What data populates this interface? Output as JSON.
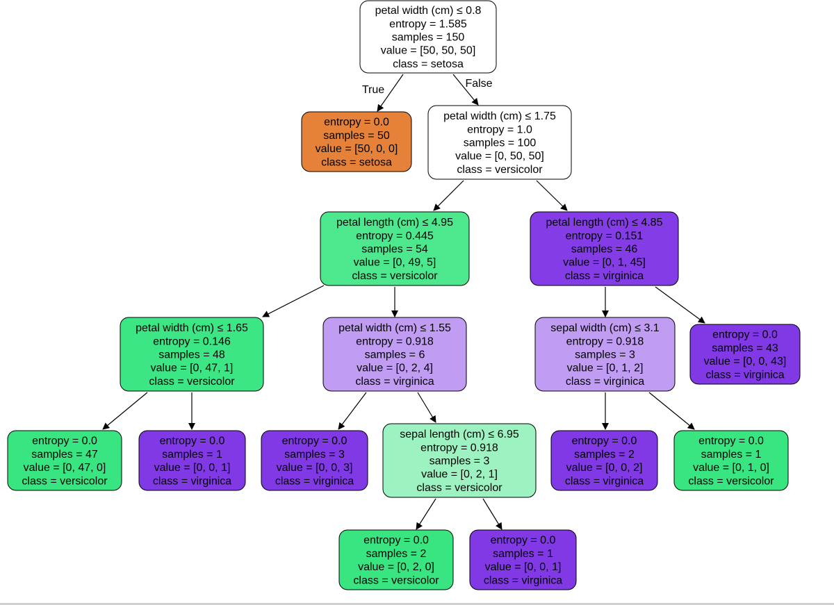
{
  "nodes": [
    {
      "id": "n0",
      "lines": [
        "petal width (cm) ≤ 0.8",
        "entropy = 1.585",
        "samples = 150",
        "value = [50, 50, 50]",
        "class = setosa"
      ],
      "fill": "#ffffff"
    },
    {
      "id": "n1",
      "lines": [
        "entropy = 0.0",
        "samples = 50",
        "value = [50, 0, 0]",
        "class = setosa"
      ],
      "fill": "#e58139"
    },
    {
      "id": "n2",
      "lines": [
        "petal width (cm) ≤ 1.75",
        "entropy = 1.0",
        "samples = 100",
        "value = [0, 50, 50]",
        "class = versicolor"
      ],
      "fill": "#ffffff"
    },
    {
      "id": "n3",
      "lines": [
        "petal length (cm) ≤ 4.95",
        "entropy = 0.445",
        "samples = 54",
        "value = [0, 49, 5]",
        "class = versicolor"
      ],
      "fill": "#4de88e"
    },
    {
      "id": "n4",
      "lines": [
        "petal length (cm) ≤ 4.85",
        "entropy = 0.151",
        "samples = 46",
        "value = [0, 1, 45]",
        "class = virginica"
      ],
      "fill": "#843de6"
    },
    {
      "id": "n5",
      "lines": [
        "petal width (cm) ≤ 1.65",
        "entropy = 0.146",
        "samples = 48",
        "value = [0, 47, 1]",
        "class = versicolor"
      ],
      "fill": "#3de684"
    },
    {
      "id": "n6",
      "lines": [
        "petal width (cm) ≤ 1.55",
        "entropy = 0.918",
        "samples = 6",
        "value = [0, 2, 4]",
        "class = virginica"
      ],
      "fill": "#c09cf2"
    },
    {
      "id": "n7",
      "lines": [
        "sepal width (cm) ≤ 3.1",
        "entropy = 0.918",
        "samples = 3",
        "value = [0, 1, 2]",
        "class = virginica"
      ],
      "fill": "#c09cf2"
    },
    {
      "id": "n8",
      "lines": [
        "entropy = 0.0",
        "samples = 43",
        "value = [0, 0, 43]",
        "class = virginica"
      ],
      "fill": "#8139e5"
    },
    {
      "id": "n9",
      "lines": [
        "entropy = 0.0",
        "samples = 47",
        "value = [0, 47, 0]",
        "class = versicolor"
      ],
      "fill": "#39e581"
    },
    {
      "id": "n10",
      "lines": [
        "entropy = 0.0",
        "samples = 1",
        "value = [0, 0, 1]",
        "class = virginica"
      ],
      "fill": "#8139e5"
    },
    {
      "id": "n11",
      "lines": [
        "entropy = 0.0",
        "samples = 3",
        "value = [0, 0, 3]",
        "class = virginica"
      ],
      "fill": "#8139e5"
    },
    {
      "id": "n12",
      "lines": [
        "sepal length (cm) ≤ 6.95",
        "entropy = 0.918",
        "samples = 3",
        "value = [0, 2, 1]",
        "class = versicolor"
      ],
      "fill": "#9cf2c0"
    },
    {
      "id": "n13",
      "lines": [
        "entropy = 0.0",
        "samples = 2",
        "value = [0, 0, 2]",
        "class = virginica"
      ],
      "fill": "#8139e5"
    },
    {
      "id": "n14",
      "lines": [
        "entropy = 0.0",
        "samples = 1",
        "value = [0, 1, 0]",
        "class = versicolor"
      ],
      "fill": "#39e581"
    },
    {
      "id": "n15",
      "lines": [
        "entropy = 0.0",
        "samples = 2",
        "value = [0, 2, 0]",
        "class = versicolor"
      ],
      "fill": "#39e581"
    },
    {
      "id": "n16",
      "lines": [
        "entropy = 0.0",
        "samples = 1",
        "value = [0, 0, 1]",
        "class = virginica"
      ],
      "fill": "#8139e5"
    }
  ],
  "edges": [
    {
      "from": "n0",
      "to": "n1",
      "label": "True"
    },
    {
      "from": "n0",
      "to": "n2",
      "label": "False"
    },
    {
      "from": "n2",
      "to": "n3"
    },
    {
      "from": "n2",
      "to": "n4"
    },
    {
      "from": "n3",
      "to": "n5"
    },
    {
      "from": "n3",
      "to": "n6"
    },
    {
      "from": "n4",
      "to": "n7"
    },
    {
      "from": "n4",
      "to": "n8"
    },
    {
      "from": "n5",
      "to": "n9"
    },
    {
      "from": "n5",
      "to": "n10"
    },
    {
      "from": "n6",
      "to": "n11"
    },
    {
      "from": "n6",
      "to": "n12"
    },
    {
      "from": "n7",
      "to": "n13"
    },
    {
      "from": "n7",
      "to": "n14"
    },
    {
      "from": "n12",
      "to": "n15"
    },
    {
      "from": "n12",
      "to": "n16"
    }
  ]
}
